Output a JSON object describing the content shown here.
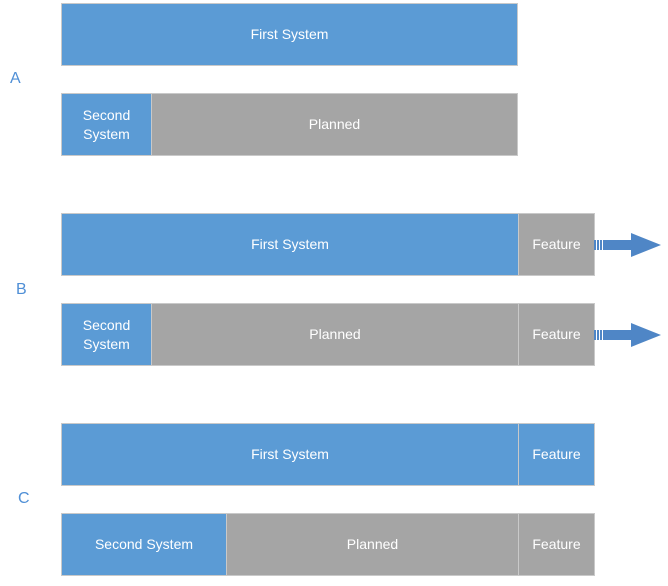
{
  "colors": {
    "blue": "#5b9bd5",
    "gray": "#a5a5a5",
    "label": "#4f8fd6"
  },
  "scenarios": {
    "a": {
      "label": "A",
      "first_system": "First System",
      "second_system": "Second\nSystem",
      "planned": "Planned"
    },
    "b": {
      "label": "B",
      "first_system": "First System",
      "first_feature": "Feature",
      "second_system": "Second\nSystem",
      "planned": "Planned",
      "second_feature": "Feature"
    },
    "c": {
      "label": "C",
      "first_system": "First System",
      "first_feature": "Feature",
      "second_system": "Second System",
      "planned": "Planned",
      "second_feature": "Feature"
    }
  }
}
